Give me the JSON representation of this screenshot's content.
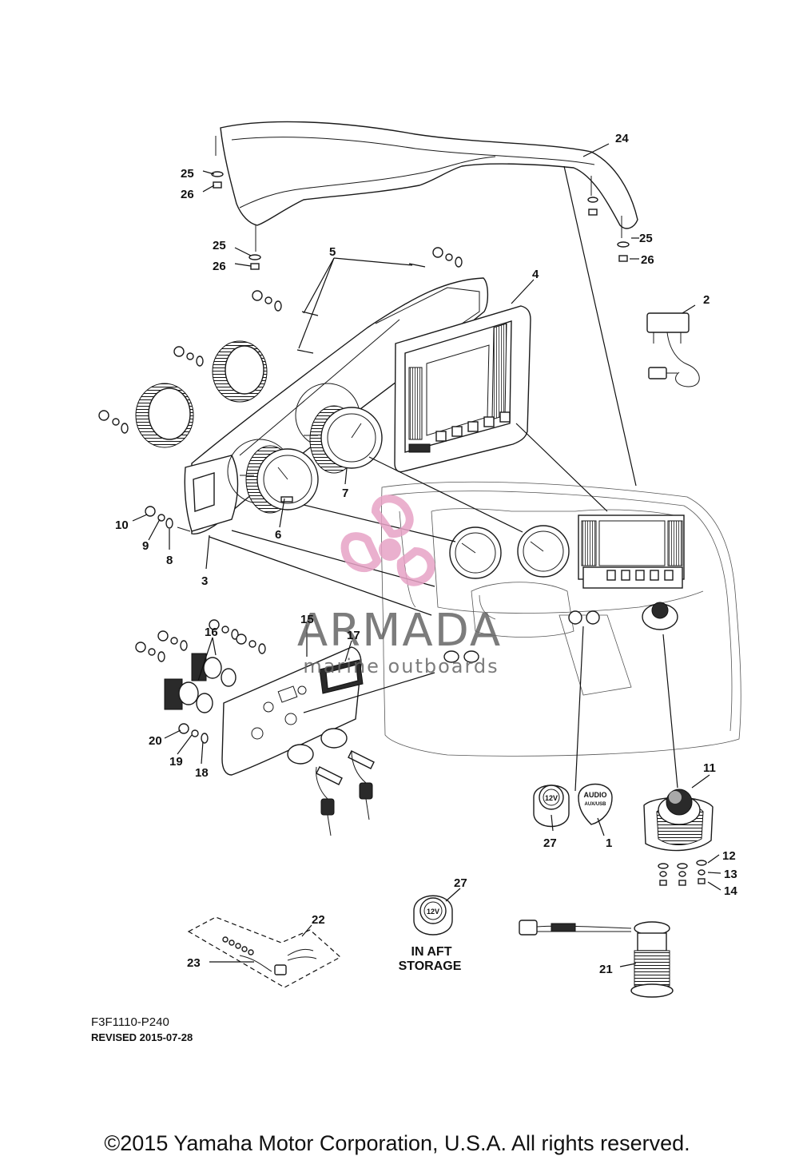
{
  "drawing": {
    "code": "F3F1110-P240",
    "revised": "REVISED 2015-07-28",
    "copyright": "©2015 Yamaha Motor Corporation, U.S.A. All rights reserved."
  },
  "watermark": {
    "brand": "ARMADA",
    "tagline": "marine outboards",
    "logo_color": "#e7a3c6"
  },
  "note": {
    "line1": "IN AFT",
    "line2": "STORAGE"
  },
  "part_text": {
    "outlet_12v": "12V",
    "audio_line1": "AUDIO",
    "audio_line2": "AUX/USB"
  },
  "callouts": [
    "1",
    "2",
    "3",
    "4",
    "5",
    "6",
    "7",
    "8",
    "9",
    "10",
    "11",
    "12",
    "13",
    "14",
    "15",
    "16",
    "17",
    "18",
    "19",
    "20",
    "21",
    "22",
    "23",
    "24",
    "25",
    "26",
    "27"
  ],
  "callouts_repeated": {
    "c25_b": "25",
    "c25_c": "25",
    "c26_b": "26",
    "c26_c": "26",
    "c27_b": "27"
  }
}
